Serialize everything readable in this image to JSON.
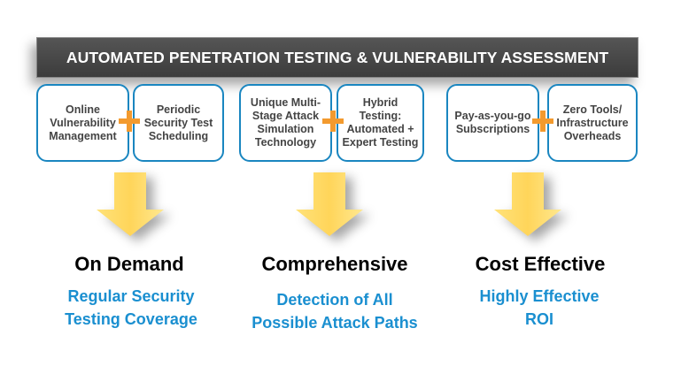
{
  "title": "AUTOMATED PENETRATION TESTING & VULNERABILITY ASSESSMENT",
  "groups": [
    {
      "boxes": [
        "Online Vulnerability Management",
        "Periodic Security Test Scheduling"
      ],
      "heading": "On Demand",
      "subtitle": [
        "Regular Security",
        "Testing Coverage"
      ]
    },
    {
      "boxes": [
        "Unique Multi-Stage Attack Simulation Technology",
        "Hybrid Testing: Automated + Expert Testing"
      ],
      "heading": "Comprehensive",
      "subtitle": [
        "Detection of All",
        "Possible Attack Paths"
      ]
    },
    {
      "boxes": [
        "Pay-as-you-go Subscriptions",
        "Zero Tools/ Infrastructure Overheads"
      ],
      "heading": "Cost Effective",
      "subtitle": [
        "Highly Effective",
        "ROI"
      ]
    }
  ],
  "colors": {
    "accent": "#1a8fd0",
    "plus": "#f39a2e",
    "arrow": "#ffd75a"
  }
}
